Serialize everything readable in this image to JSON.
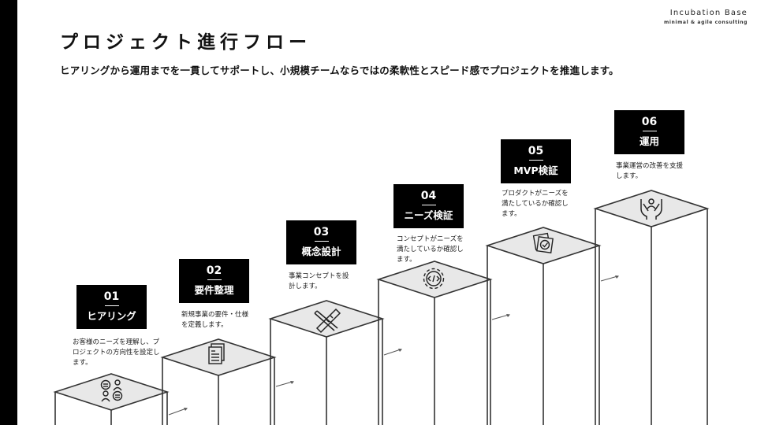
{
  "brand": {
    "name": "Incubation Base",
    "tagline": "minimal & agile consulting"
  },
  "title": "プロジェクト進行フロー",
  "subtitle": "ヒアリングから運用までを一貫してサポートし、小規模チームならではの柔軟性とスピード感でプロジェクトを推進します。",
  "steps": [
    {
      "number": "01",
      "name": "ヒアリング",
      "description": "お客様のニーズを理解し、プロジェクトの方向性を設定します。",
      "icon": "people-chat-icon"
    },
    {
      "number": "02",
      "name": "要件整理",
      "description": "新規事業の要件・仕様を定義します。",
      "icon": "document-icon"
    },
    {
      "number": "03",
      "name": "概念設計",
      "description": "事業コンセプトを設計します。",
      "icon": "pencil-ruler-icon"
    },
    {
      "number": "04",
      "name": "ニーズ検証",
      "description": "コンセプトがニーズを満たしているか確認します。",
      "icon": "code-gear-icon"
    },
    {
      "number": "05",
      "name": "MVP検証",
      "description": "プロダクトがニーズを満たしているか確認します。",
      "icon": "checked-cards-icon"
    },
    {
      "number": "06",
      "name": "運用",
      "description": "事業運営の改善を支援します。",
      "icon": "hands-support-icon"
    }
  ],
  "colors": {
    "accent": "#000000",
    "top_face": "#e8e8e8",
    "line": "#333333",
    "background": "#ffffff"
  }
}
